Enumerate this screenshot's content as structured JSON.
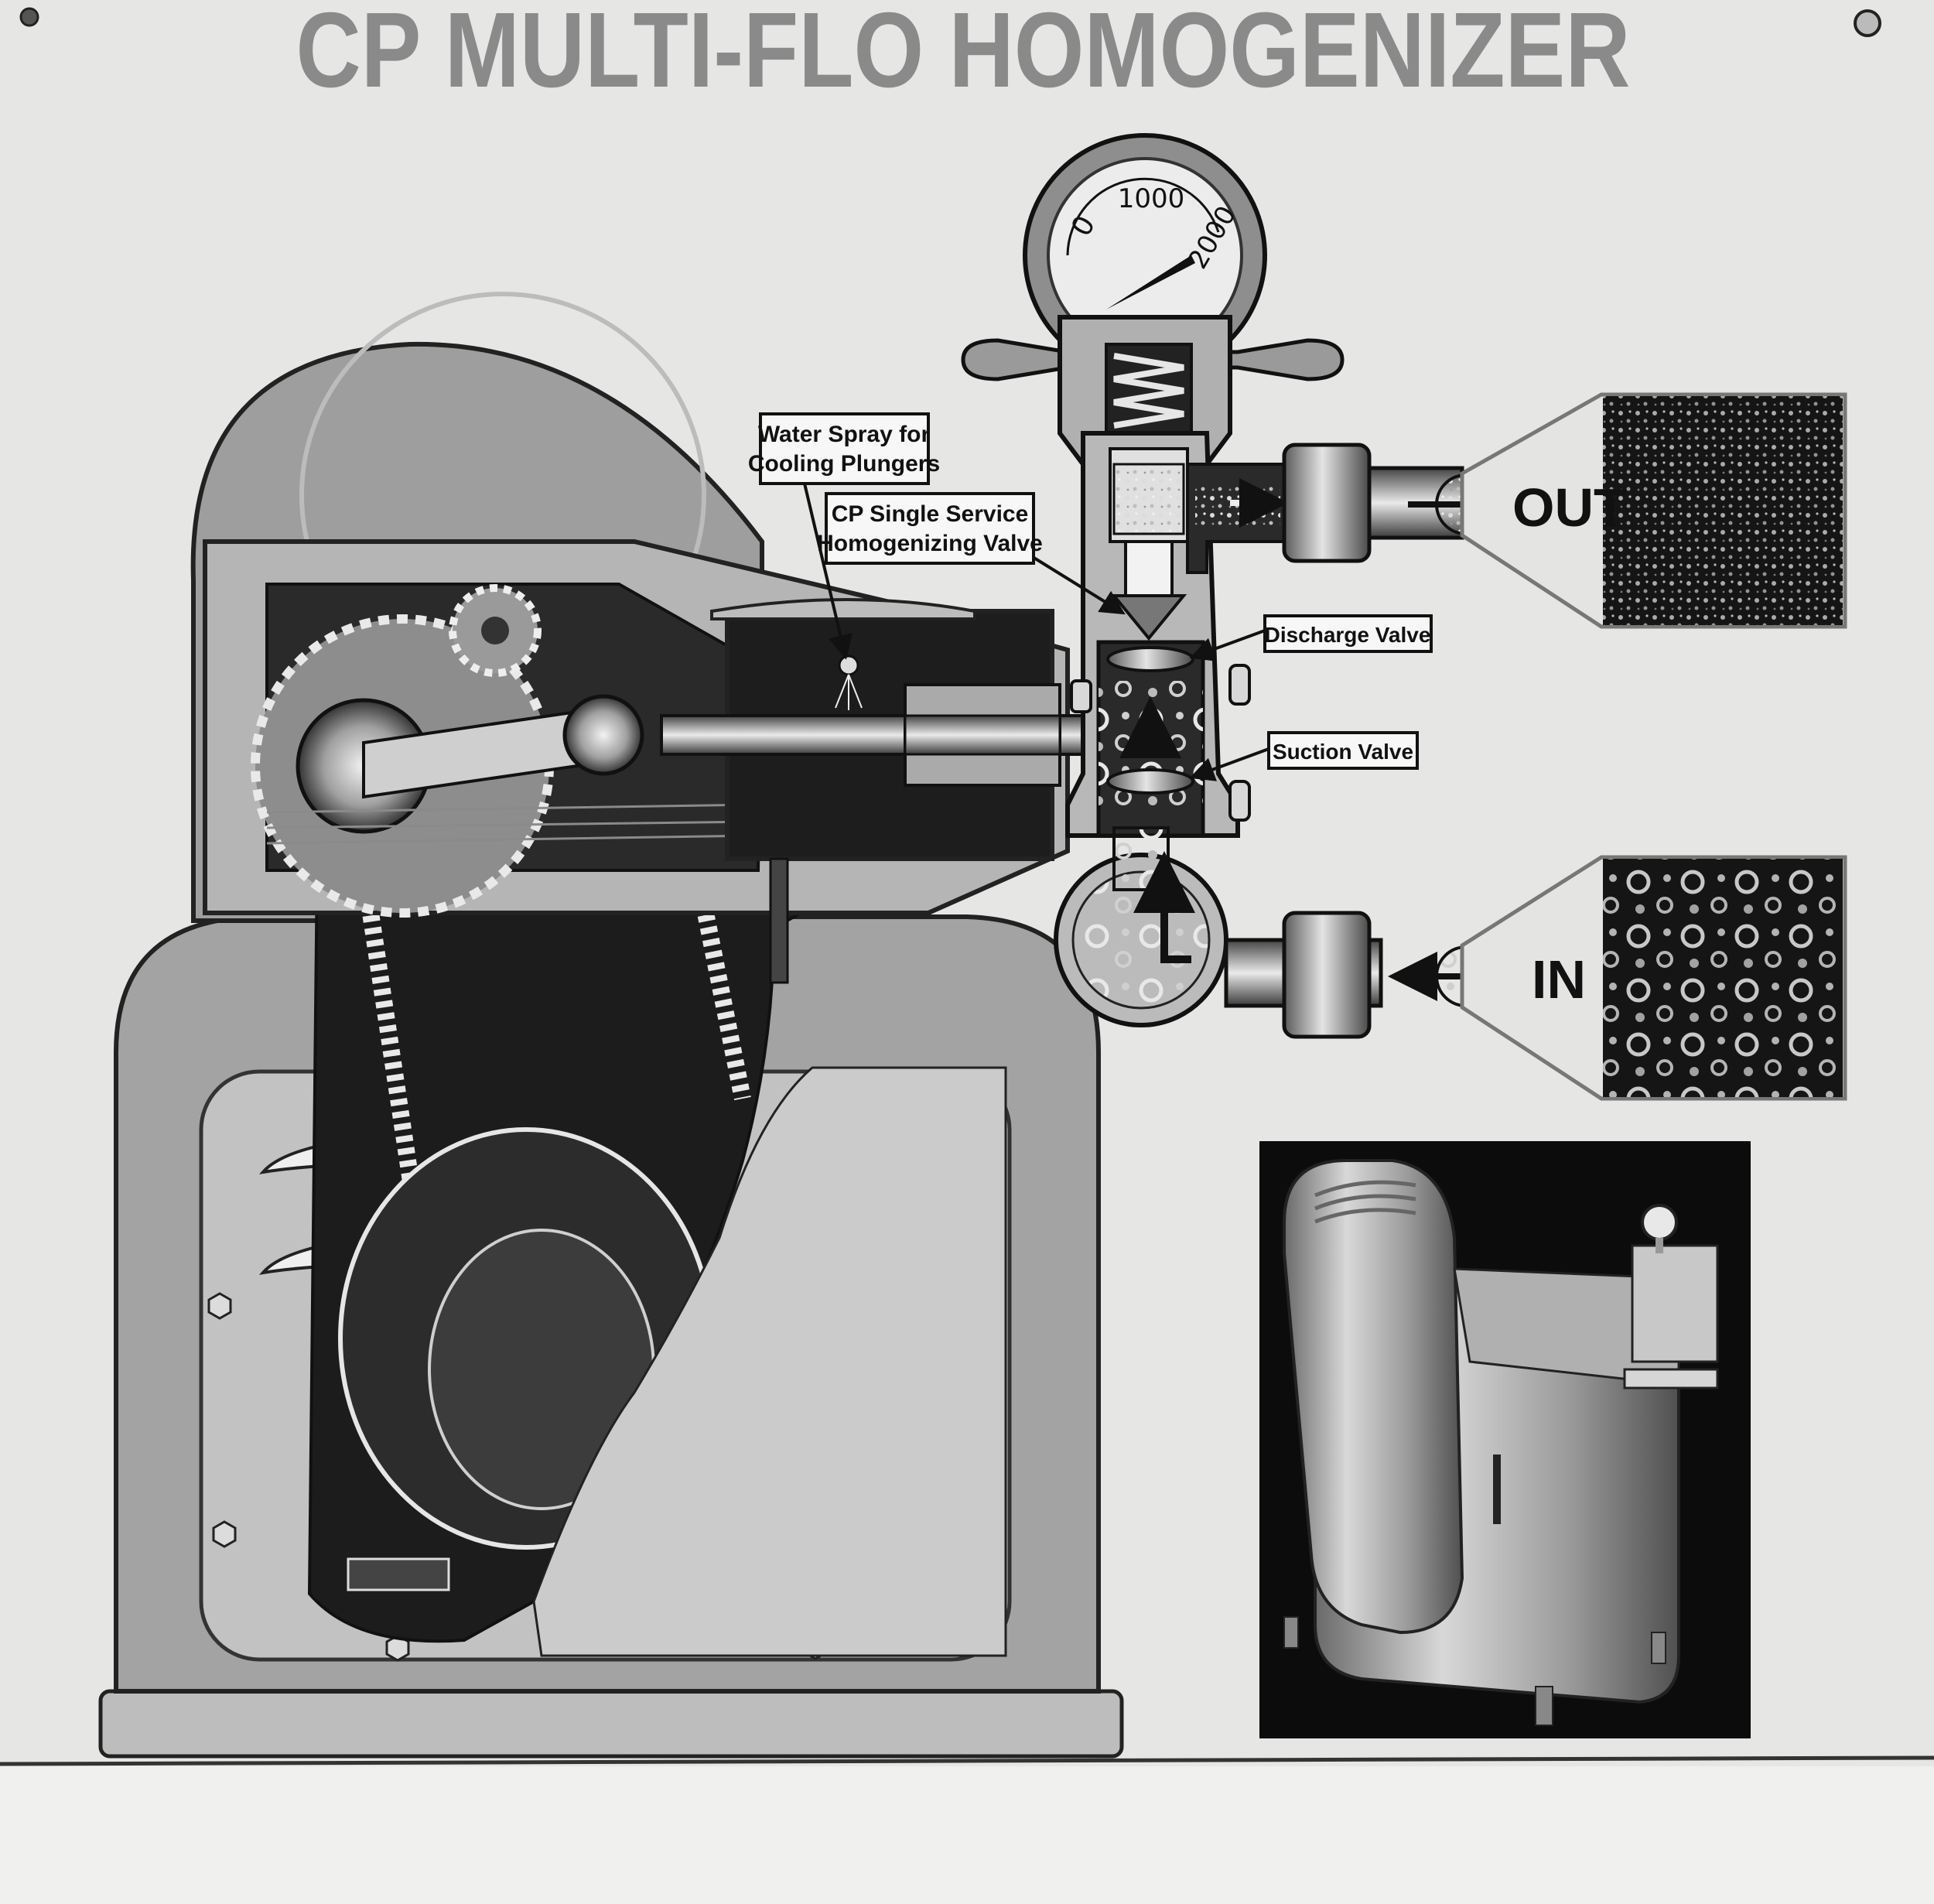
{
  "title": "CP MULTI-FLO HOMOGENIZER",
  "gauge": {
    "tick_0": "0",
    "tick_1000": "1000",
    "tick_2000": "2000"
  },
  "callouts": {
    "water_spray": [
      "Water Spray for",
      "Cooling Plungers"
    ],
    "homogenizing_valve": [
      "CP Single Service",
      "Homogenizing Valve"
    ],
    "discharge_valve": "Discharge Valve",
    "suction_valve": "Suction Valve"
  },
  "flow": {
    "out_label": "OUT",
    "in_label": "IN"
  },
  "colors": {
    "paper": "#e6e6e4",
    "title_gray": "#8a8a8a",
    "ink": "#111111",
    "machine_gray": "#9c9c9c",
    "dark_interior": "#1c1c1c"
  }
}
